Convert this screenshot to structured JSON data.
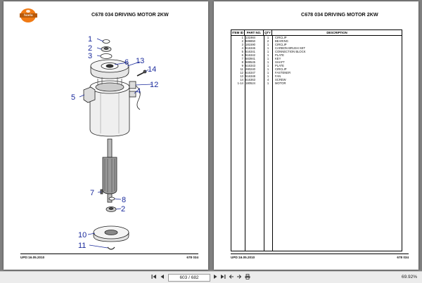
{
  "document": {
    "logo_text": "hoela",
    "title": "C678 034  DRIVING MOTOR 2KW",
    "footer_date": "UPD:16.05.2010",
    "footer_code": "678 034"
  },
  "callouts": [
    "1",
    "2",
    "3",
    "6",
    "13",
    "14",
    "12",
    "4",
    "5",
    "7",
    "8",
    "2",
    "10",
    "11"
  ],
  "parts_table": {
    "headers": [
      "ITEM ID",
      "PART NO.",
      "QTY",
      "DESCRIPTION"
    ],
    "rows": [
      {
        "item": "1",
        "part": "131984",
        "qty": "1",
        "desc": "CIRCLIP"
      },
      {
        "item": "2",
        "part": "589850",
        "qty": "2",
        "desc": "BEARING"
      },
      {
        "item": "3",
        "part": "181590",
        "qty": "1",
        "desc": "CIRCLIP"
      },
      {
        "item": "4",
        "part": "516346",
        "qty": "1",
        "desc": "CARBON BRUSH SET"
      },
      {
        "item": "5",
        "part": "516341",
        "qty": "1",
        "desc": "CONNECTION BLOCK"
      },
      {
        "item": "6",
        "part": "516342",
        "qty": "1",
        "desc": "PLATE"
      },
      {
        "item": "7",
        "part": "583941",
        "qty": "1",
        "desc": "KEY"
      },
      {
        "item": "8",
        "part": "589545",
        "qty": "1",
        "desc": "SHAFT"
      },
      {
        "item": "9",
        "part": "516343",
        "qty": "1",
        "desc": "PLATE"
      },
      {
        "item": "11",
        "part": "280240",
        "qty": "1",
        "desc": "CIRCLIP"
      },
      {
        "item": "12",
        "part": "516347",
        "qty": "1",
        "desc": "FASTENER"
      },
      {
        "item": "13",
        "part": "516348",
        "qty": "1",
        "desc": "FAN"
      },
      {
        "item": "14",
        "part": "516363",
        "qty": "4",
        "desc": "SCREW"
      },
      {
        "item": "1-14",
        "part": "180524",
        "qty": "1",
        "desc": "MOTOR"
      }
    ]
  },
  "toolbar": {
    "first_icon": "first-page-icon",
    "prev_icon": "previous-page-icon",
    "page_display": "603 / 682",
    "next_icon": "next-page-icon",
    "last_icon": "last-page-icon",
    "back_icon": "back-icon",
    "forward_icon": "forward-icon",
    "print_icon": "print-icon",
    "zoom": "69.92%"
  }
}
